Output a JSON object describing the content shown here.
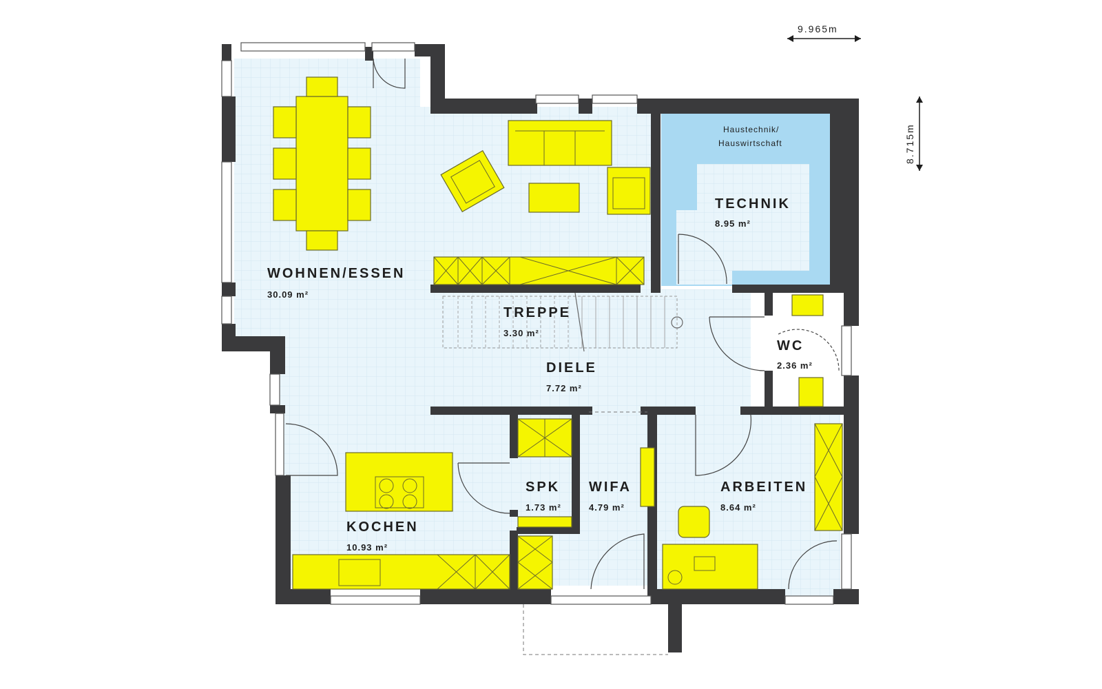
{
  "dimensions": {
    "width_label": "9.965m",
    "height_label": "8.715m"
  },
  "rooms": {
    "wohnen": {
      "name": "WOHNEN/ESSEN",
      "area": "30.09 m²"
    },
    "technik": {
      "name": "TECHNIK",
      "area": "8.95 m²",
      "note_line1": "Haustechnik/",
      "note_line2": "Hauswirtschaft"
    },
    "treppe": {
      "name": "TREPPE",
      "area": "3.30 m²"
    },
    "diele": {
      "name": "DIELE",
      "area": "7.72 m²"
    },
    "wc": {
      "name": "WC",
      "area": "2.36 m²"
    },
    "kochen": {
      "name": "KOCHEN",
      "area": "10.93 m²"
    },
    "spk": {
      "name": "SPK",
      "area": "1.73 m²"
    },
    "wifa": {
      "name": "WIFA",
      "area": "4.79 m²"
    },
    "arbeiten": {
      "name": "ARBEITEN",
      "area": "8.64 m²"
    }
  },
  "colors": {
    "floor": "#e8f4fb",
    "technik_floor": "#aad8f0",
    "wall": "#3a3a3c",
    "furniture": "#f5f500"
  }
}
